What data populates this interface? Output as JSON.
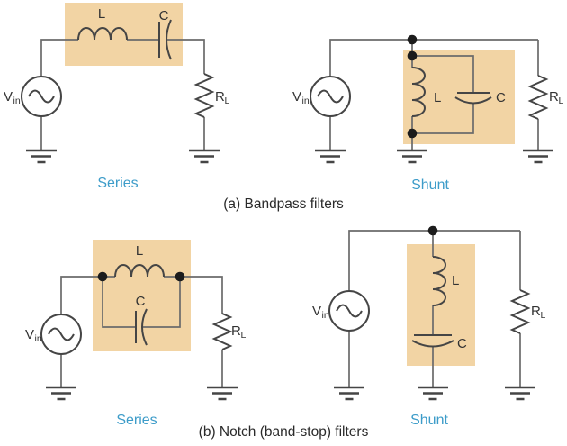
{
  "colors": {
    "highlight": "#f2d4a4",
    "label_blue": "#3d9cc9",
    "wire": "#6b6b6b",
    "symbol": "#454545",
    "dot": "#1c1c1c",
    "text_dark": "#333333",
    "caption": "#2a2a2a"
  },
  "panel_a": {
    "caption": "(a) Bandpass filters",
    "series": {
      "type_label": "Series",
      "source_main": "V",
      "source_sub": "in",
      "inductor_label": "L",
      "capacitor_label": "C",
      "load_main": "R",
      "load_sub": "L"
    },
    "shunt": {
      "type_label": "Shunt",
      "source_main": "V",
      "source_sub": "in",
      "inductor_label": "L",
      "capacitor_label": "C",
      "load_main": "R",
      "load_sub": "L"
    }
  },
  "panel_b": {
    "caption": "(b) Notch (band-stop) filters",
    "series": {
      "type_label": "Series",
      "source_main": "V",
      "source_sub": "in",
      "inductor_label": "L",
      "capacitor_label": "C",
      "load_main": "R",
      "load_sub": "L"
    },
    "shunt": {
      "type_label": "Shunt",
      "source_main": "V",
      "source_sub": "in",
      "inductor_label": "L",
      "capacitor_label": "C",
      "load_main": "R",
      "load_sub": "L"
    }
  }
}
